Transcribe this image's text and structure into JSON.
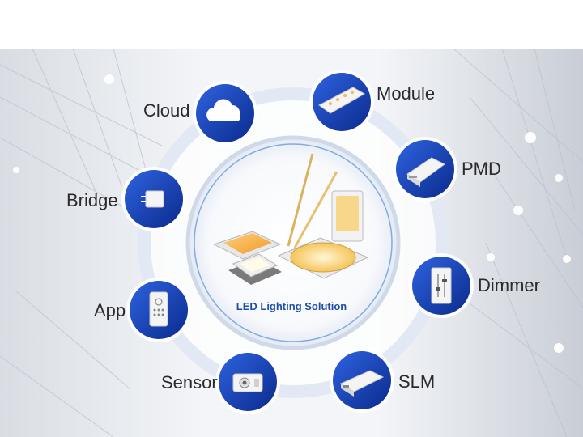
{
  "center": {
    "caption": "LED Lighting Solution"
  },
  "nodes": [
    {
      "id": "cloud",
      "label": "Cloud",
      "icon": "cloud-icon"
    },
    {
      "id": "module",
      "label": "Module",
      "icon": "led-module-icon"
    },
    {
      "id": "pmd",
      "label": "PMD",
      "icon": "power-module-icon"
    },
    {
      "id": "bridge",
      "label": "Bridge",
      "icon": "bridge-device-icon"
    },
    {
      "id": "dimmer",
      "label": "Dimmer",
      "icon": "dimmer-switch-icon"
    },
    {
      "id": "app",
      "label": "App",
      "icon": "smartphone-app-icon"
    },
    {
      "id": "slm",
      "label": "SLM",
      "icon": "slm-driver-icon"
    },
    {
      "id": "sensor",
      "label": "Sensor",
      "icon": "sensor-device-icon"
    }
  ],
  "colors": {
    "node_dark": "#0a2a8c",
    "node_light": "#2f63e0",
    "ring": "#e6ecf7",
    "label": "#2b2b2b",
    "caption": "#1f4fa8"
  }
}
